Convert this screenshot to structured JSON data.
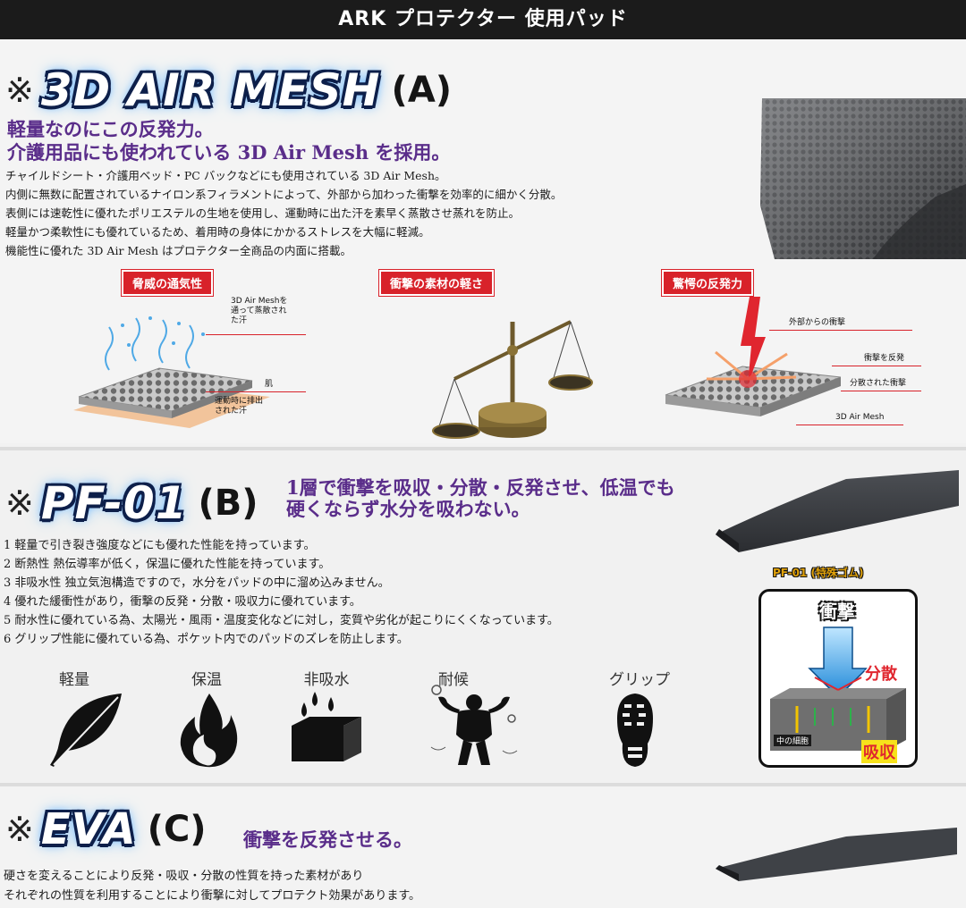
{
  "header": {
    "title": "ARK プロテクター 使用パッド"
  },
  "colors": {
    "purple": "#5a2d8a",
    "red_badge": "#d8222a",
    "topbar": "#1b1b1b"
  },
  "section_a": {
    "mark": "※",
    "brand": "3D AIR MESH",
    "letter": "(A)",
    "lead": [
      "軽量なのにこの反発力。",
      "介護用品にも使われている 3D Air Mesh を採用。"
    ],
    "body": [
      "チャイルドシート・介護用ベッド・PC バックなどにも使用されている 3D Air Mesh。",
      "内側に無数に配置されているナイロン系フィラメントによって、外部から加わった衝撃を効率的に細かく分散。",
      "表側には速乾性に優れたポリエステルの生地を使用し、運動時に出た汗を素早く蒸散させ蒸れを防止。",
      "軽量かつ柔軟性にも優れているため、着用時の身体にかかるストレスを大幅に軽減。",
      "機能性に優れた 3D Air Mesh はプロテクター全商品の内面に搭載。"
    ],
    "features": [
      {
        "badge": "脅威の通気性",
        "notes": [
          "3D Air Meshを通って蒸散された汗",
          "肌",
          "運動時に排出された汗"
        ]
      },
      {
        "badge": "衝撃の素材の軽さ",
        "notes": []
      },
      {
        "badge": "驚愕の反発力",
        "notes": [
          "外部からの衝撃",
          "衝撃を反発",
          "分散された衝撃",
          "3D Air Mesh"
        ]
      }
    ]
  },
  "section_b": {
    "mark": "※",
    "brand": "PF-01",
    "letter": "(B)",
    "lead": [
      "1層で衝撃を吸収・分散・反発させ、低温でも",
      "硬くならず水分を吸わない。"
    ],
    "list": [
      "1 軽量で引き裂き強度などにも優れた性能を持っています。",
      "2 断熱性 熱伝導率が低く，保温に優れた性能を持っています。",
      "3 非吸水性 独立気泡構造ですので，水分をパッドの中に溜め込みません。",
      "4 優れた緩衝性があり，衝撃の反発・分散・吸収力に優れています。",
      "5 耐水性に優れている為、太陽光・風雨・温度変化などに対し，変質や劣化が起こりにくくなっています。",
      "6 グリップ性能に優れている為、ポケット内でのパッドのズレを防止します。"
    ],
    "icons": [
      {
        "label": "軽量",
        "icon": "feather-icon"
      },
      {
        "label": "保温",
        "icon": "flame-icon"
      },
      {
        "label": "非吸水",
        "icon": "water-block-icon"
      },
      {
        "label": "耐候",
        "icon": "strongman-icon"
      },
      {
        "label": "グリップ",
        "icon": "shoe-sole-icon"
      }
    ],
    "panel": {
      "title": "PF-01 (特殊ゴム)",
      "impact": "衝撃",
      "spread": "分散",
      "absorb": "吸収",
      "inner": "中の細胞"
    }
  },
  "section_c": {
    "mark": "※",
    "brand": "EVA",
    "letter": "(C)",
    "lead": "衝撃を反発させる。",
    "body": [
      "硬さを変えることにより反発・吸収・分散の性質を持った素材があり",
      "それぞれの性質を利用することにより衝撃に対してプロテクト効果があります。"
    ]
  }
}
